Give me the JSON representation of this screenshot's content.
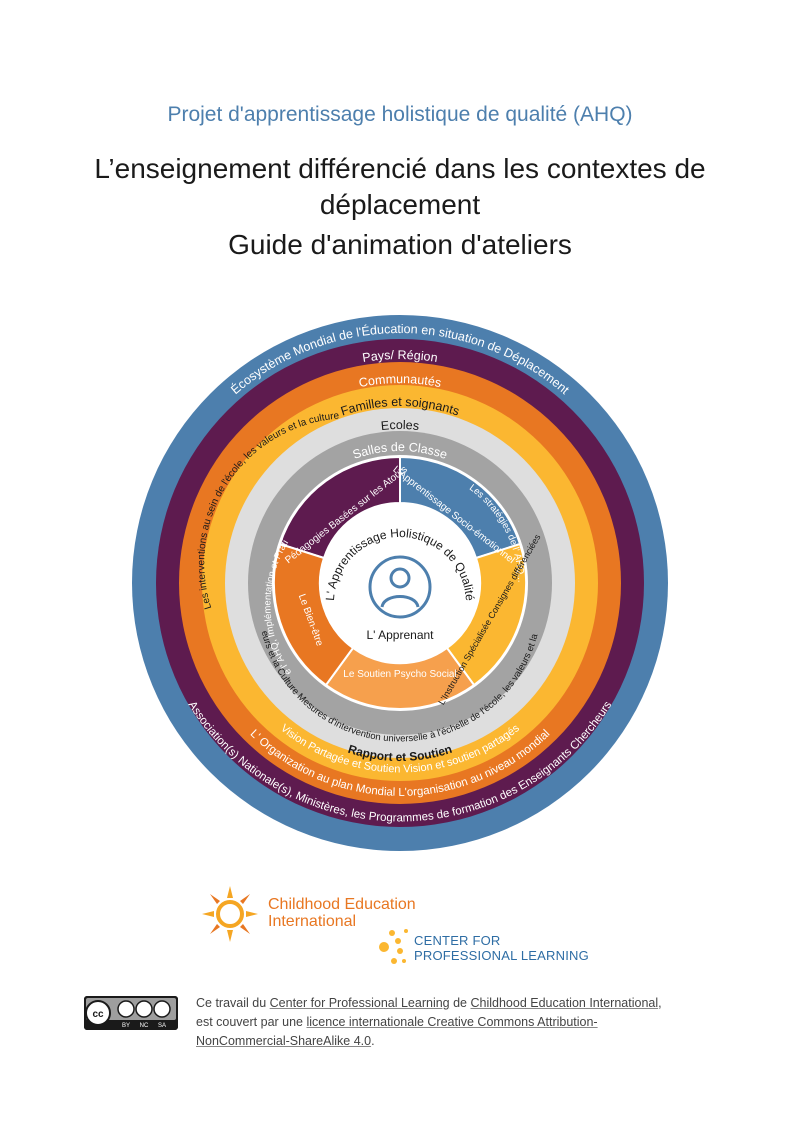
{
  "header": {
    "project": "Projet d'apprentissage holistique de qualité (AHQ)",
    "title": "L’enseignement différencié dans les contextes de déplacement",
    "subtitle": "Guide d'animation d'ateliers"
  },
  "diagram": {
    "rings": [
      {
        "top": "Écosystème Mondial de l'Éducation en situation de Déplacement",
        "bottom": "Association(s) Nationale(s), Ministères, les Programmes de formation des Enseignants Chercheurs"
      },
      {
        "top": "Pays/ Région",
        "bottom": "L' Organization au plan Mondial  L'organisation au niveau mondial"
      },
      {
        "top": "Communautés",
        "bottom": "Vision Partagée et Soutien Vision et soutien partagés"
      },
      {
        "top": "Familles et soignants",
        "bottom": "Rapport et Soutien"
      },
      {
        "top": "Ecoles",
        "left": "Les interventions au sein de l'école, les valeurs et la culture",
        "bottom": "les Valeurs et la Culture Mesures d'intervention universelle à l'échelle de l'école, les valeurs et la culture"
      },
      {
        "top": "Salles de Classe",
        "left": "Les Politiques de l' AHQ, Implémentation et Pratiques de Classe",
        "right": "Les stratégies de l' AHQ..."
      }
    ],
    "segments": [
      "Pédagogies Basées sur les Atouts",
      "L'Apprentissage Socio-émotionnel",
      "L'Instruction Spécialisée Consignes différenciées",
      "Le Soutien Psycho Social",
      "Le Bien-être"
    ],
    "center_arc": "L' Apprentissage Holistique de Qualité",
    "center_label": "L' Apprenant",
    "colors": {
      "outer_blue": "#4d7fad",
      "purple": "#5e1b4f",
      "orange": "#e87722",
      "yellow": "#fbb731",
      "light_grey": "#dedede",
      "mid_grey": "#a3a3a3",
      "segment_purple": "#5e1b4f",
      "segment_blue": "#4d7fad",
      "segment_yellow": "#fbb731",
      "segment_orange": "#f6a04d",
      "segment_dark_orange": "#e87722"
    }
  },
  "logos": {
    "cei": "Childhood Education International",
    "cei_line1": "Childhood Education",
    "cei_line2": "International",
    "cpl_line1": "CENTER FOR",
    "cpl_line2": "PROFESSIONAL LEARNING"
  },
  "license": {
    "part1": "Ce travail du ",
    "link1": "Center for Professional Learning",
    "part2": " de ",
    "link2": "Childhood Education International",
    "part3": ", est couvert par une ",
    "link3": "licence internationale Creative Commons Attribution-NonCommercial-ShareAlike 4.0",
    "part4": ".",
    "badge_by": "BY",
    "badge_nc": "NC",
    "badge_sa": "SA"
  }
}
